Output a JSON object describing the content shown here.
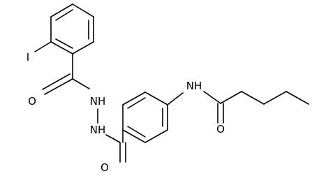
{
  "molecule": {
    "atoms": {
      "iodine": "I",
      "carbonyl_oxygen_benzoyl": "O",
      "hydrazide_nitrogen_1": "NH",
      "hydrazide_nitrogen_2": "NH",
      "carbonyl_oxygen_benzamide": "O",
      "amide_nitrogen": "NH",
      "carbonyl_oxygen_pentanoyl": "O"
    },
    "colors": {
      "bond": "#000000",
      "label": "#000000",
      "background": "#ffffff"
    }
  }
}
